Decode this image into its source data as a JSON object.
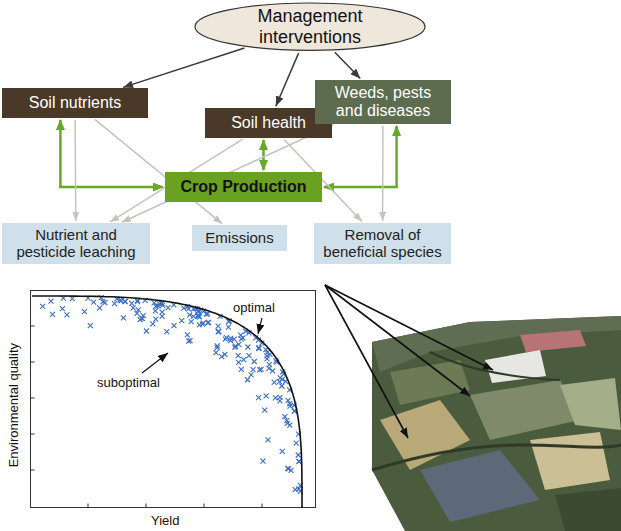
{
  "diagram": {
    "nodes": [
      {
        "text": [
          "Management interventions"
        ]
      },
      {
        "text": [
          "Soil nutrients"
        ]
      },
      {
        "text": [
          "Soil health"
        ]
      },
      {
        "text": [
          "Weeds, pests and diseases"
        ]
      },
      {
        "text": [
          "Crop Production"
        ]
      },
      {
        "text": [
          "Nutrient and pesticide leaching"
        ]
      },
      {
        "text": [
          "Emissions"
        ]
      },
      {
        "text": [
          "Removal of beneficial species"
        ]
      }
    ],
    "edges": [
      {
        "from": 0,
        "to": 1,
        "arrow": "to"
      },
      {
        "from": 0,
        "to": 2,
        "arrow": "to"
      },
      {
        "from": 0,
        "to": 3,
        "arrow": "to"
      },
      {
        "from": 1,
        "to": 4,
        "arrow": "both"
      },
      {
        "from": 2,
        "to": 4,
        "arrow": "both"
      },
      {
        "from": 3,
        "to": 4,
        "arrow": "both"
      },
      {
        "from": 1,
        "to": 5,
        "arrow": "to"
      },
      {
        "from": 1,
        "to": 6,
        "arrow": "to"
      },
      {
        "from": 2,
        "to": 5,
        "arrow": "to"
      },
      {
        "from": 2,
        "to": 7,
        "arrow": "to"
      },
      {
        "from": 3,
        "to": 5,
        "arrow": "to"
      },
      {
        "from": 3,
        "to": 7,
        "arrow": "to"
      }
    ],
    "labels": [
      "optimal",
      "suboptimal",
      "Environmental quality",
      "Yield"
    ]
  }
}
